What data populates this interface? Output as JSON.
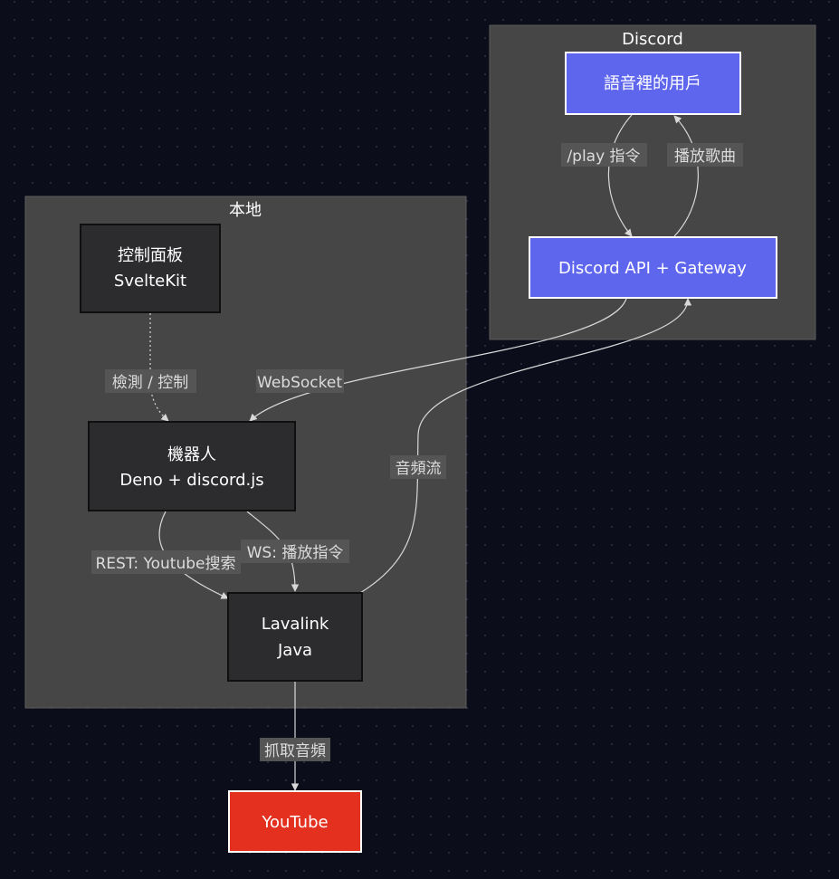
{
  "clusters": {
    "discord": {
      "label": "Discord"
    },
    "local": {
      "label": "本地"
    }
  },
  "nodes": {
    "voice_user": {
      "label": "語音裡的用戶"
    },
    "discord_api": {
      "label": "Discord API + Gateway"
    },
    "panel": {
      "line1": "控制面板",
      "line2": "SvelteKit"
    },
    "bot": {
      "line1": "機器人",
      "line2": "Deno + discord.js"
    },
    "lavalink": {
      "line1": "Lavalink",
      "line2": "Java"
    },
    "youtube": {
      "label": "YouTube"
    }
  },
  "edges": {
    "play_command": "/play 指令",
    "play_song": "播放歌曲",
    "websocket": "WebSocket",
    "detect_control": "檢測 / 控制",
    "audio_stream": "音頻流",
    "rest_search": "REST: Youtube搜索",
    "ws_play": "WS: 播放指令",
    "fetch_audio": "抓取音頻"
  },
  "colors": {
    "background": "#0b0e1a",
    "cluster_fill": "#464646",
    "node_dark": "#2c2c2f",
    "node_blue": "#5f66ee",
    "node_red": "#e3301f",
    "edge": "#d8d8d8"
  }
}
